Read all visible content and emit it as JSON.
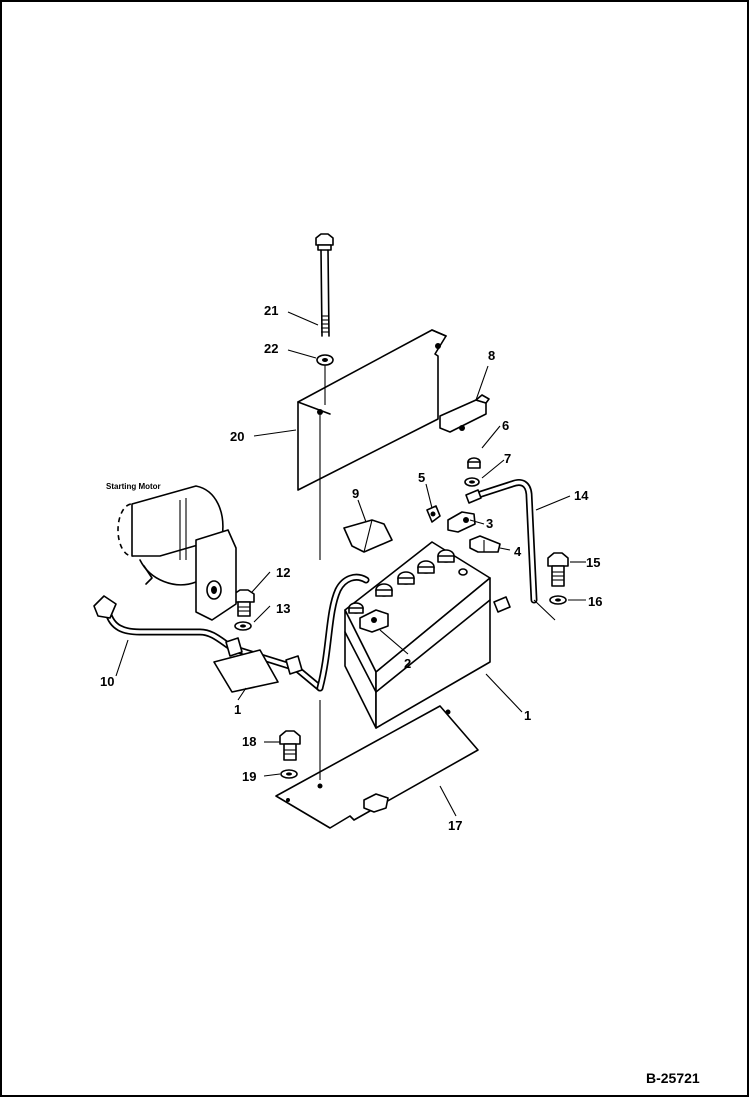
{
  "drawing": {
    "drawing_number": "B-25721",
    "captions": {
      "starting_motor": "Starting Motor"
    },
    "callouts": {
      "c1": "1",
      "c1b": "1",
      "c2": "2",
      "c3": "3",
      "c4": "4",
      "c5": "5",
      "c6": "6",
      "c7": "7",
      "c8": "8",
      "c9": "9",
      "c10": "10",
      "c12": "12",
      "c13": "13",
      "c14": "14",
      "c15": "15",
      "c16": "16",
      "c17": "17",
      "c18": "18",
      "c19": "19",
      "c20": "20",
      "c21": "21",
      "c22": "22"
    }
  }
}
